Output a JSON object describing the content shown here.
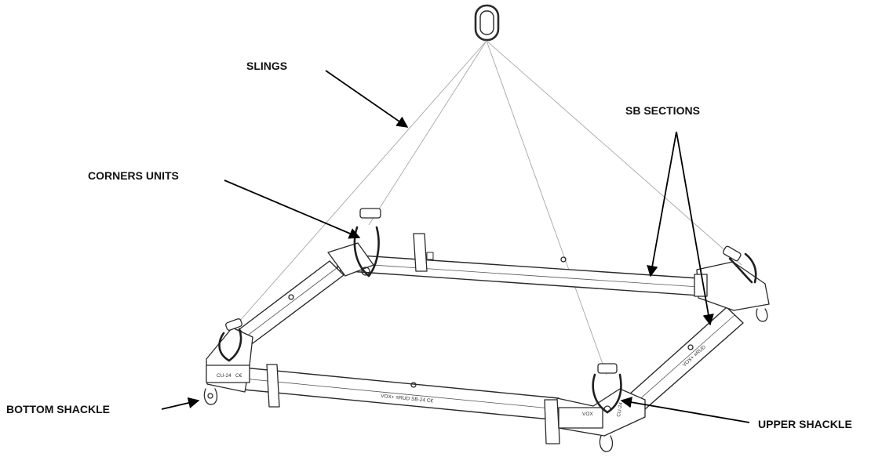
{
  "labels": {
    "slings": "SLINGS",
    "sb_sections": "SB SECTIONS",
    "corners_units": "CORNERS UNITS",
    "bottom_shackle": "BOTTOM SHACKLE",
    "upper_shackle": "UPPER SHACKLE"
  },
  "markings": {
    "corner_unit_code": "CU-24",
    "corner_ce": "C€",
    "front_beam_brand": "VOX+ ≡RUD SB-24 C€",
    "side_beam_brand": "VOX+ ≡RUD",
    "right_corner_code": "CU-24",
    "right_corner_brand": "VOX"
  },
  "colors": {
    "ink": "#2a2a2a",
    "sling": "#a6a6a6",
    "pointer": "#000000"
  }
}
